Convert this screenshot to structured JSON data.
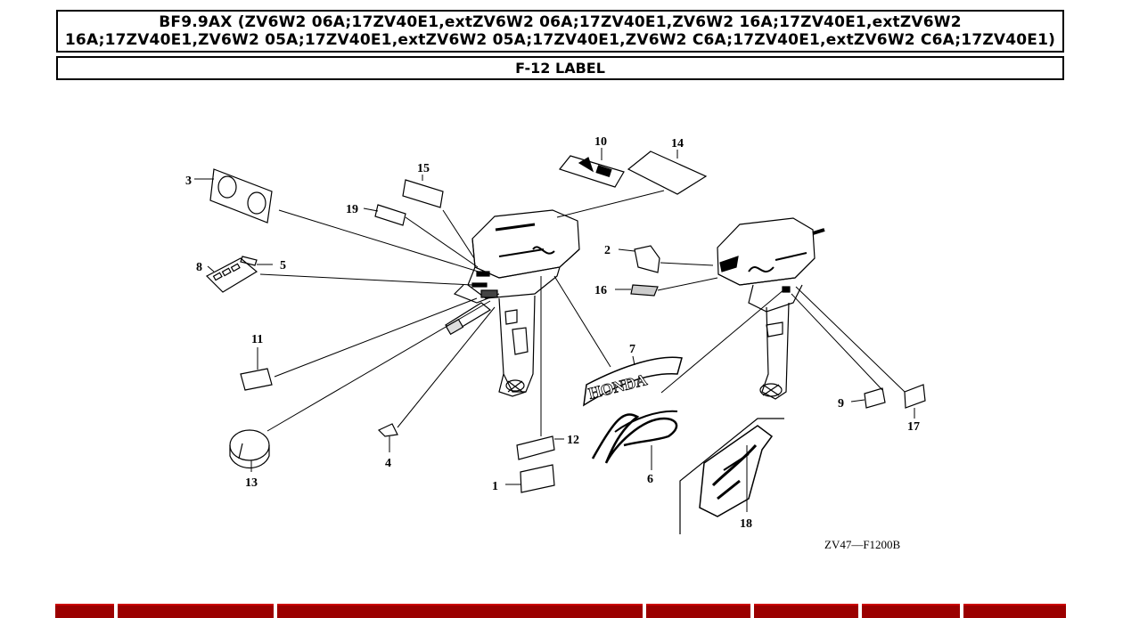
{
  "header": {
    "model_title": "BF9.9AX (ZV6W2 06A;17ZV40E1,extZV6W2 06A;17ZV40E1,ZV6W2 16A;17ZV40E1,extZV6W2 16A;17ZV40E1,ZV6W2 05A;17ZV40E1,extZV6W2 05A;17ZV40E1,ZV6W2 C6A;17ZV40E1,extZV6W2 C6A;17ZV40E1)",
    "section_title": "F-12 LABEL"
  },
  "diagram": {
    "code": "ZV47—F1200B",
    "callouts": [
      "1",
      "2",
      "3",
      "4",
      "5",
      "6",
      "7",
      "8",
      "9",
      "10",
      "11",
      "12",
      "13",
      "14",
      "15",
      "16",
      "17",
      "18",
      "19"
    ],
    "emblem_text": "HONDA"
  },
  "parts_table": {
    "header_color": "#9b0000",
    "columns": [
      "",
      "",
      "",
      "",
      "",
      "",
      ""
    ]
  }
}
